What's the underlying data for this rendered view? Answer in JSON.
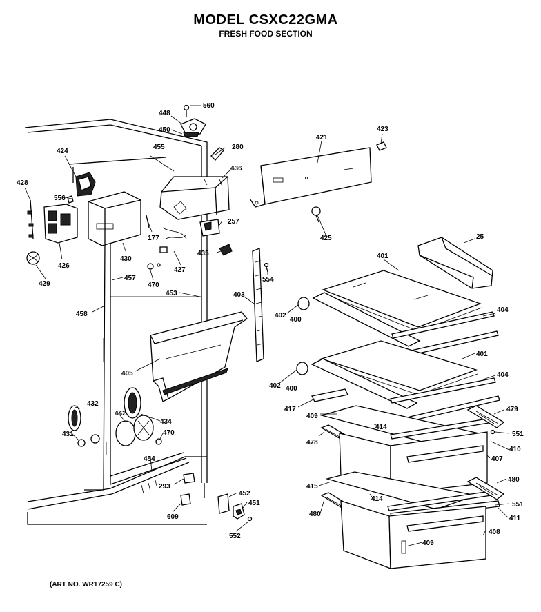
{
  "header": {
    "title": "MODEL CSXC22GMA",
    "subtitle": "FRESH FOOD SECTION"
  },
  "footer": {
    "art_number": "(ART NO. WR17259 C)"
  },
  "parts": [
    {
      "id": "p560",
      "label": "560"
    },
    {
      "id": "p448",
      "label": "448"
    },
    {
      "id": "p450",
      "label": "450"
    },
    {
      "id": "p280",
      "label": "280"
    },
    {
      "id": "p455",
      "label": "455"
    },
    {
      "id": "p436",
      "label": "436"
    },
    {
      "id": "p421",
      "label": "421"
    },
    {
      "id": "p423",
      "label": "423"
    },
    {
      "id": "p424",
      "label": "424"
    },
    {
      "id": "p428",
      "label": "428"
    },
    {
      "id": "p556",
      "label": "556"
    },
    {
      "id": "p426",
      "label": "426"
    },
    {
      "id": "p430",
      "label": "430"
    },
    {
      "id": "p177",
      "label": "177"
    },
    {
      "id": "p257",
      "label": "257"
    },
    {
      "id": "p425",
      "label": "425"
    },
    {
      "id": "p25",
      "label": "25"
    },
    {
      "id": "p427",
      "label": "427"
    },
    {
      "id": "p435",
      "label": "435"
    },
    {
      "id": "p429",
      "label": "429"
    },
    {
      "id": "p457",
      "label": "457"
    },
    {
      "id": "p470a",
      "label": "470"
    },
    {
      "id": "p554",
      "label": "554"
    },
    {
      "id": "p401a",
      "label": "401"
    },
    {
      "id": "p453",
      "label": "453"
    },
    {
      "id": "p403",
      "label": "403"
    },
    {
      "id": "p458",
      "label": "458"
    },
    {
      "id": "p402a",
      "label": "402"
    },
    {
      "id": "p400a",
      "label": "400"
    },
    {
      "id": "p404a",
      "label": "404"
    },
    {
      "id": "p405",
      "label": "405"
    },
    {
      "id": "p401b",
      "label": "401"
    },
    {
      "id": "p402b",
      "label": "402"
    },
    {
      "id": "p400b",
      "label": "400"
    },
    {
      "id": "p404b",
      "label": "404"
    },
    {
      "id": "p417",
      "label": "417"
    },
    {
      "id": "p432",
      "label": "432"
    },
    {
      "id": "p409a",
      "label": "409"
    },
    {
      "id": "p479",
      "label": "479"
    },
    {
      "id": "p442",
      "label": "442"
    },
    {
      "id": "p434",
      "label": "434"
    },
    {
      "id": "p414a",
      "label": "414"
    },
    {
      "id": "p431",
      "label": "431"
    },
    {
      "id": "p470b",
      "label": "470"
    },
    {
      "id": "p478",
      "label": "478"
    },
    {
      "id": "p551a",
      "label": "551"
    },
    {
      "id": "p410",
      "label": "410"
    },
    {
      "id": "p454",
      "label": "454"
    },
    {
      "id": "p407",
      "label": "407"
    },
    {
      "id": "p480a",
      "label": "480"
    },
    {
      "id": "p293",
      "label": "293"
    },
    {
      "id": "p415",
      "label": "415"
    },
    {
      "id": "p452",
      "label": "452"
    },
    {
      "id": "p414b",
      "label": "414"
    },
    {
      "id": "p551b",
      "label": "551"
    },
    {
      "id": "p451",
      "label": "451"
    },
    {
      "id": "p609",
      "label": "609"
    },
    {
      "id": "p480b",
      "label": "480"
    },
    {
      "id": "p411",
      "label": "411"
    },
    {
      "id": "p408",
      "label": "408"
    },
    {
      "id": "p552",
      "label": "552"
    },
    {
      "id": "p409b",
      "label": "409"
    }
  ]
}
